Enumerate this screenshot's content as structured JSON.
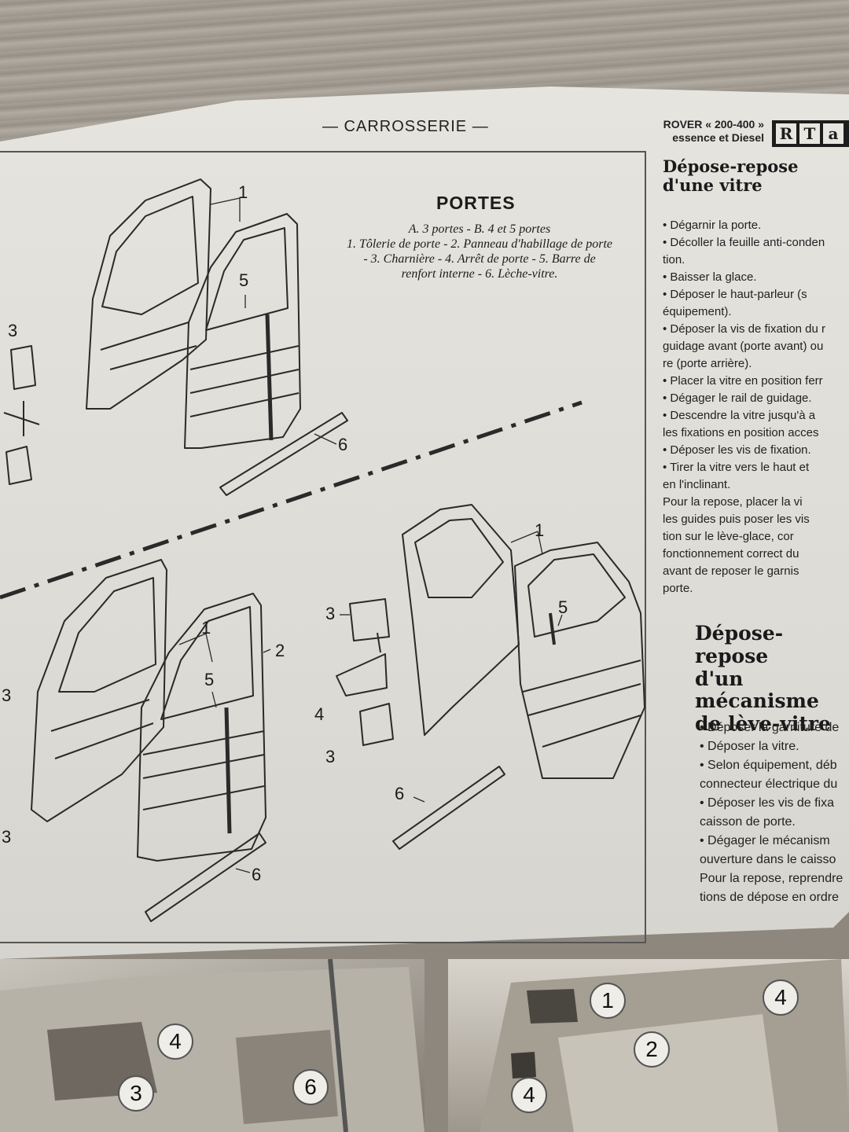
{
  "header": {
    "section": "— CARROSSERIE —",
    "car_line1": "ROVER « 200-400 »",
    "car_line2": "essence et Diesel",
    "logo_letters": [
      "R",
      "T",
      "a"
    ]
  },
  "figure": {
    "title": "PORTES",
    "caption": "A. 3 portes - B. 4 et 5 portes\n1. Tôlerie de porte - 2. Panneau d'habillage de porte - 3. Charnière - 4. Arrêt de porte - 5. Barre de renfort interne - 6. Lèche-vitre.",
    "callouts": {
      "a_door": "1",
      "a_bar": "5",
      "a_seal": "6",
      "a_hinge": "3",
      "b_door": "1",
      "b_panel": "2",
      "b_bar": "5",
      "b_seal": "6",
      "b_left3a": "3",
      "b_left3b": "3",
      "c_door": "1",
      "c_bar": "5",
      "c_hinge_top": "3",
      "c_stop": "4",
      "c_hinge_bottom": "3",
      "c_seal": "6"
    }
  },
  "vitre": {
    "title_line1": "Dépose-repose",
    "title_line2": "d'une vitre",
    "lines": [
      "• Dégarnir la porte.",
      "• Décoller la feuille anti-conden",
      "tion.",
      "• Baisser la glace.",
      "• Déposer le haut-parleur (s",
      "équipement).",
      "• Déposer la vis de fixation du r",
      "guidage avant (porte avant) ou",
      "re (porte arrière).",
      "• Placer la vitre en position ferr",
      "• Dégager le rail de guidage.",
      "• Descendre la vitre jusqu'à a",
      "les fixations en position acces",
      "• Déposer les vis de fixation.",
      "• Tirer la vitre vers le haut et",
      "en l'inclinant.",
      "Pour la repose, placer la vi",
      "les guides puis poser les vis",
      "tion sur le lève-glace, cor",
      "fonctionnement correct du",
      "avant de reposer le garnis",
      "porte."
    ]
  },
  "mecanisme": {
    "title_line1": "Dépose-repose",
    "title_line2": "d'un mécanisme",
    "title_line3": "de lève-vitre",
    "lines": [
      "• Déposer la garniture de",
      "• Déposer la vitre.",
      "• Selon équipement, déb",
      "connecteur électrique du",
      "• Déposer les vis de fixa",
      "caisson de porte.",
      "• Dégager le mécanism",
      "ouverture dans le caisso",
      "Pour la repose, reprendre",
      "tions de dépose en ordre"
    ]
  },
  "photos": {
    "left": [
      "4",
      "3",
      "6"
    ],
    "right": [
      "1",
      "4",
      "2",
      "4"
    ]
  }
}
